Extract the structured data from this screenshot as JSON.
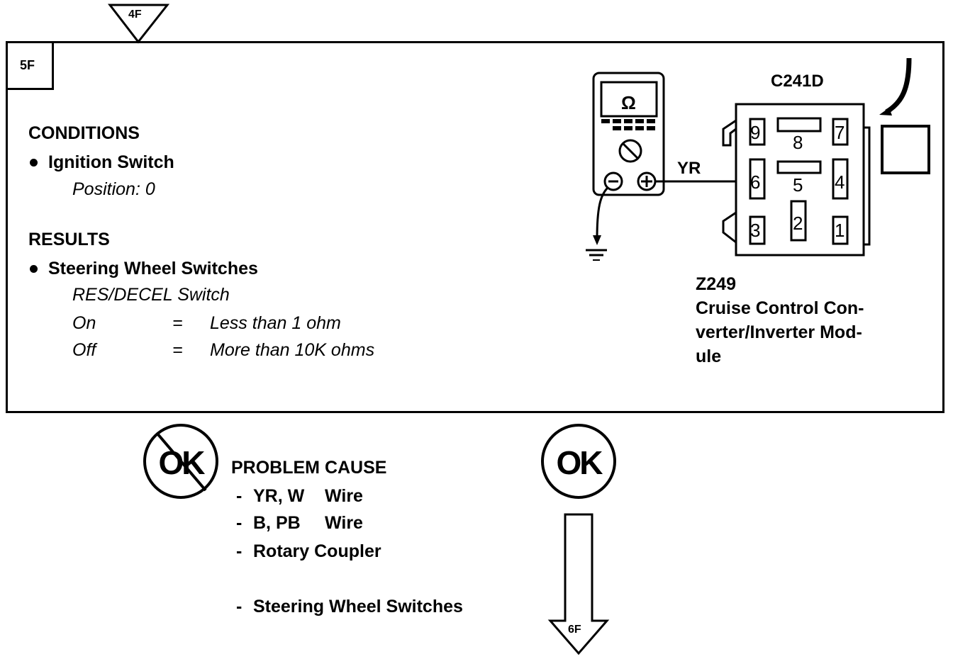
{
  "flow": {
    "entry_ref": "4F",
    "step_id": "5F",
    "exit_ref": "6F"
  },
  "conditions": {
    "heading": "CONDITIONS",
    "items": [
      {
        "label": "Ignition Switch",
        "detail": "Position: 0"
      }
    ]
  },
  "results": {
    "heading": "RESULTS",
    "item": "Steering Wheel Switches",
    "switch_name": "RES/DECEL Switch",
    "rows": [
      {
        "state": "On",
        "eq": "=",
        "value": "Less than 1 ohm"
      },
      {
        "state": "Off",
        "eq": "=",
        "value": "More than 10K ohms"
      }
    ]
  },
  "diagram": {
    "meter_symbol": "Ω",
    "wire_label": "YR",
    "connector_id": "C241D",
    "pins": [
      "9",
      "8",
      "7",
      "6",
      "5",
      "4",
      "3",
      "2",
      "1"
    ],
    "module_id": "Z249",
    "module_name_lines": [
      "Cruise Control Con-",
      "verter/Inverter Mod-",
      "ule"
    ]
  },
  "outcomes": {
    "not_ok_label": "OK",
    "ok_label": "OK",
    "problem_heading": "PROBLEM CAUSE",
    "causes": [
      {
        "dash": "-",
        "code": "YR, W",
        "text": "Wire"
      },
      {
        "dash": "-",
        "code": "B, PB",
        "text": "Wire"
      },
      {
        "dash": "-",
        "code": "",
        "text": "Rotary Coupler"
      },
      {
        "dash": "-",
        "code": "",
        "text": "Steering Wheel Switches"
      }
    ]
  }
}
